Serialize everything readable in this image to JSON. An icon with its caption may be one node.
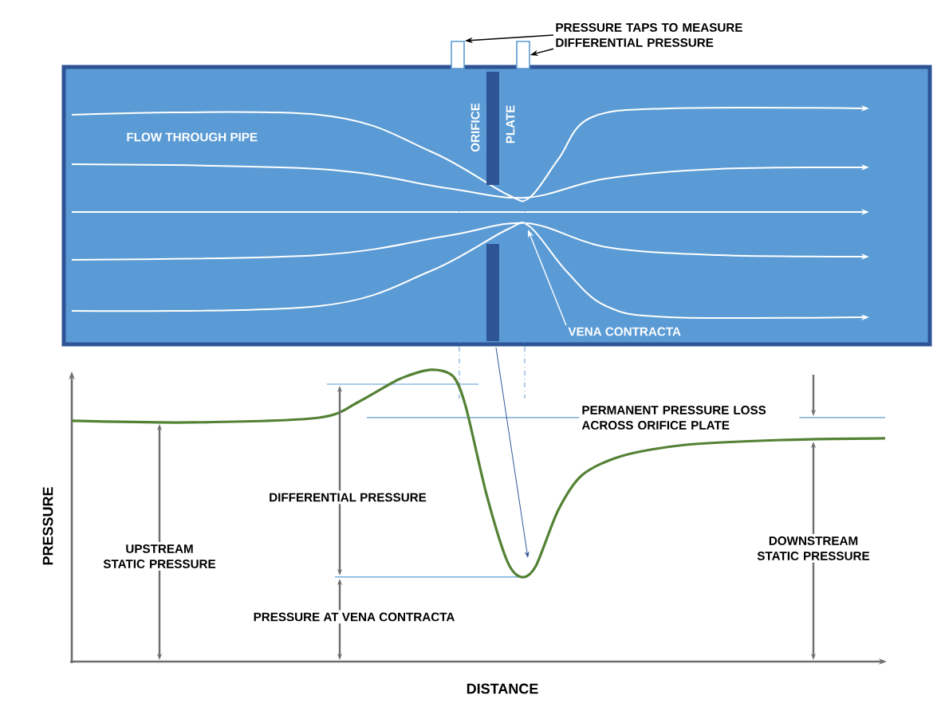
{
  "diagram": {
    "nodes": [
      {
        "text": [
          "FLOW THROUGH PIPE"
        ]
      },
      {
        "text": [],
        "shape": "box"
      },
      {
        "text": [],
        "shape": "box"
      },
      {
        "text": [
          "PRESSURE TAPS TO MEASURE DIFFERENTIAL PRESSURE"
        ]
      },
      {
        "text": [
          "VENA CONTRACTA"
        ],
        "in": 0
      }
    ],
    "edges": [
      {
        "from": 3,
        "to": 1,
        "arrow": "to"
      },
      {
        "from": 3,
        "to": 2,
        "arrow": "to"
      },
      {
        "from": 4,
        "to": null,
        "arrow": "to",
        "color": "#ffffff"
      }
    ],
    "labels": [
      "ORIFICE",
      "PLATE",
      "PERMANENT PRESSURE LOSS ACROSS ORIFICE PLATE",
      "DIFFERENTIAL PRESSURE",
      "UPSTREAM STATIC PRESSURE",
      "DOWNSTREAM STATIC PRESSURE",
      "PRESSURE AT VENA CONTRACTA",
      "PRESSURE",
      "DISTANCE"
    ]
  }
}
